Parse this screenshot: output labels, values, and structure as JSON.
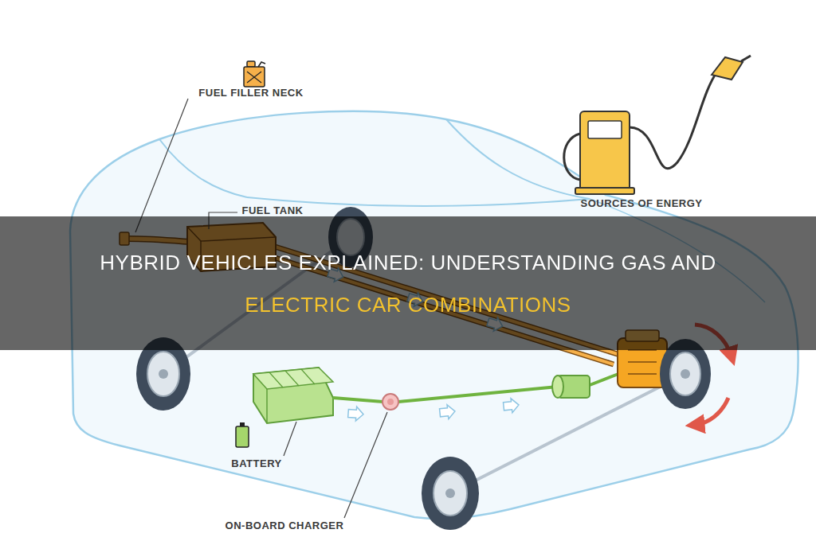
{
  "diagram": {
    "title": "HYBRID VEHICLES EXPLAINED: UNDERSTANDING GAS AND ELECTRIC CAR COMBINATIONS",
    "labels": [
      "FUEL FILLER NECK",
      "FUEL TANK",
      "SOURCES OF ENERGY",
      "BATTERY",
      "ON-BOARD CHARGER"
    ]
  }
}
